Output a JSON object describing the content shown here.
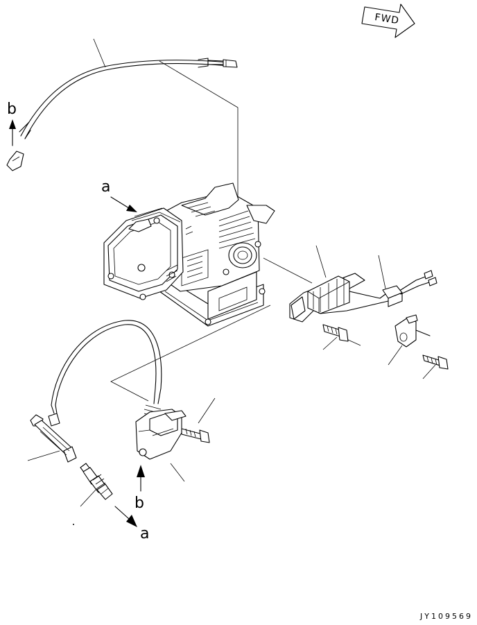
{
  "diagram": {
    "fwd_label": "FWD",
    "callouts": {
      "b_top": "b",
      "a_engine": "a",
      "b_bottom": "b",
      "a_bottom": "a"
    },
    "drawing_code": "JY109569"
  }
}
